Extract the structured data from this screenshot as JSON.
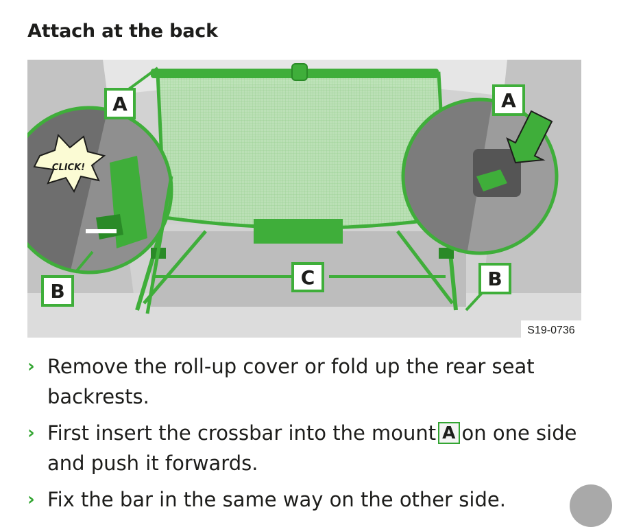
{
  "heading": "Attach at the back",
  "figure": {
    "code": "S19-0736",
    "labels": {
      "a": "A",
      "b": "B",
      "c": "C"
    },
    "click_text": "CLICK!"
  },
  "steps": [
    {
      "parts": [
        "Remove the roll-up cover or fold up the rear seat backrests."
      ]
    },
    {
      "parts": [
        "First insert the crossbar into the mount",
        "A",
        "on one side and push it forwards."
      ]
    },
    {
      "parts": [
        "Fix the bar in the same way on the other side."
      ]
    }
  ],
  "colors": {
    "accent_green": "#33a532",
    "net_green": "#9fd89a",
    "text": "#1d1d1b",
    "nav_button": "#a9a9a9"
  },
  "icons": {
    "bullet": "chevron-right-icon",
    "pointer": "green-arrow-icon"
  }
}
